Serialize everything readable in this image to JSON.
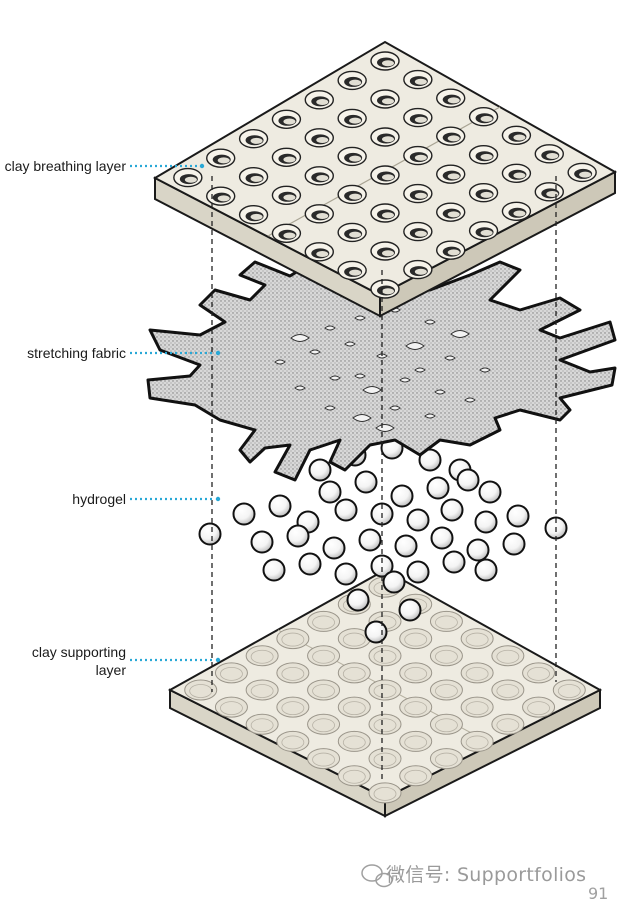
{
  "layers": {
    "breathing": "clay breathing layer",
    "fabric": "stretching fabric",
    "hydrogel": "hydrogel",
    "supporting_line1": "clay supporting",
    "supporting_line2": "layer"
  },
  "watermark": "微信号: Supportfolios",
  "page_number": "91",
  "colors": {
    "clay": "#eeebe1",
    "fabric": "#cfcfcf",
    "leader": "#29a8d6",
    "outline": "#1a1a1a"
  }
}
